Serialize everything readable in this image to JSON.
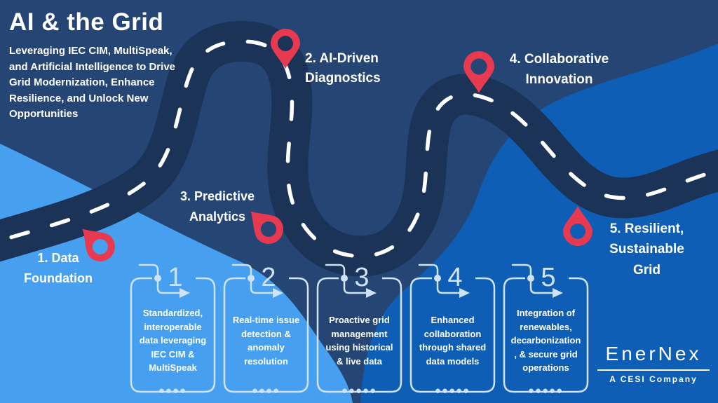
{
  "colors": {
    "bg": "#254674",
    "road": "#1a3356",
    "wave": "#0e5eb5",
    "light": "#47a0ef",
    "red": "#e73950",
    "card": "#cfe2f8"
  },
  "header": {
    "title": "AI & the Grid",
    "subtitle": "Leveraging IEC CIM, MultiSpeak,\nand Artificial Intelligence to Drive\nGrid Modernization, Enhance\nResilience, and Unlock New\nOpportunities"
  },
  "milestones": [
    {
      "label": "1. Data\nFoundation"
    },
    {
      "label": "2. AI-Driven\nDiagnostics"
    },
    {
      "label": "3. Predictive\nAnalytics"
    },
    {
      "label": "4. Collaborative\nInnovation"
    },
    {
      "label": "5. Resilient,\nSustainable\nGrid"
    }
  ],
  "pins": [
    {
      "name": "map-pin-1"
    },
    {
      "name": "map-pin-2"
    },
    {
      "name": "map-pin-3"
    },
    {
      "name": "map-pin-4"
    },
    {
      "name": "map-pin-5"
    }
  ],
  "cards": [
    {
      "number": "1",
      "text": "Standardized,\ninteroperable\ndata leveraging\nIEC CIM &\nMultiSpeak",
      "dots": "●●●●"
    },
    {
      "number": "2",
      "text": "Real-time issue\ndetection &\nanomaly\nresolution",
      "dots": "●●●●"
    },
    {
      "number": "3",
      "text": "Proactive grid\nmanagement\nusing historical\n& live data",
      "dots": "●●●●●"
    },
    {
      "number": "4",
      "text": "Enhanced\ncollaboration\nthrough shared\ndata models",
      "dots": "●●●●●"
    },
    {
      "number": "5",
      "text": "Integration of\nrenewables,\ndecarbonization\n, & secure grid\noperations",
      "dots": "●●●●●"
    }
  ],
  "logo": {
    "name": "EnerNex",
    "tagline": "A CESI Company"
  }
}
